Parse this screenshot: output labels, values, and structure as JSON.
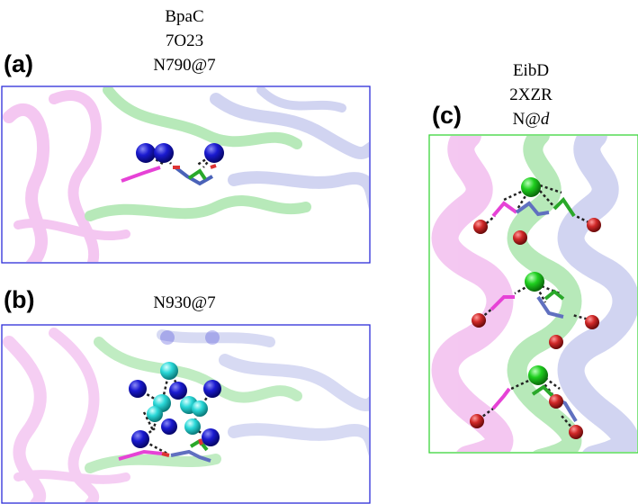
{
  "panel_a": {
    "tag": "(a)",
    "title_lines": [
      "BpaC",
      "7O23",
      "N790@7"
    ]
  },
  "panel_b": {
    "tag": "(b)",
    "title": "N930@7"
  },
  "panel_c": {
    "tag": "(c)",
    "title_lines": [
      "EibD",
      "2XZR"
    ],
    "title_prefix": "N@",
    "title_italic": "d"
  },
  "colors": {
    "frame_ab": "#2d2dd8",
    "frame_c": "#3bd63b",
    "magenta": "#e060d8",
    "green": "#33c23a",
    "blue": "#7d86d8",
    "ion_blue": "#1212c8",
    "ion_cyan": "#22d8d8",
    "ion_green": "#1fcf1f",
    "ion_red": "#cc2b2b"
  }
}
